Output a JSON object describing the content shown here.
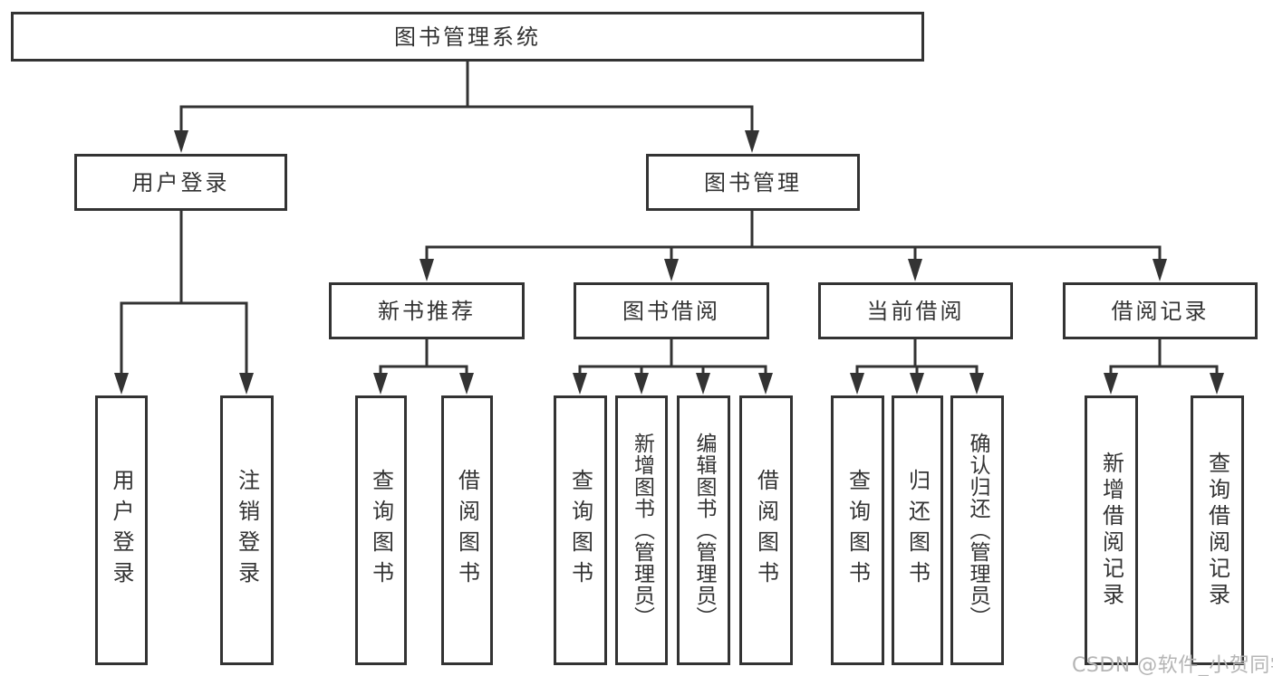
{
  "diagram": {
    "root": {
      "label": "图书管理系统"
    },
    "level2": {
      "user_login": {
        "label": "用户登录"
      },
      "book_mgmt": {
        "label": "图书管理"
      }
    },
    "level3": {
      "new_book_rec": {
        "label": "新书推荐"
      },
      "book_borrow": {
        "label": "图书借阅"
      },
      "current_borrow": {
        "label": "当前借阅"
      },
      "borrow_record": {
        "label": "借阅记录"
      }
    },
    "leaves": {
      "user_login": {
        "label": "用户登录"
      },
      "logout": {
        "label": "注销登录"
      },
      "query_books_1": {
        "label": "查询图书"
      },
      "borrow_books_1": {
        "label": "借阅图书"
      },
      "query_books_2": {
        "label": "查询图书"
      },
      "add_books": {
        "label": "新增图书（管理员）"
      },
      "edit_books": {
        "label": "编辑图书（管理员）"
      },
      "borrow_books_2": {
        "label": "借阅图书"
      },
      "query_books_3": {
        "label": "查询图书"
      },
      "return_books": {
        "label": "归还图书"
      },
      "confirm_return": {
        "label": "确认归还（管理员）"
      },
      "add_borrow_record": {
        "label": "新增借阅记录"
      },
      "query_borrow_record": {
        "label": "查询借阅记录"
      }
    }
  },
  "watermark": {
    "text": "CSDN @软件_小贺同学"
  },
  "colors": {
    "stroke": "#333333",
    "text": "#333333",
    "watermark": "#b5b5b5",
    "background": "#ffffff"
  }
}
